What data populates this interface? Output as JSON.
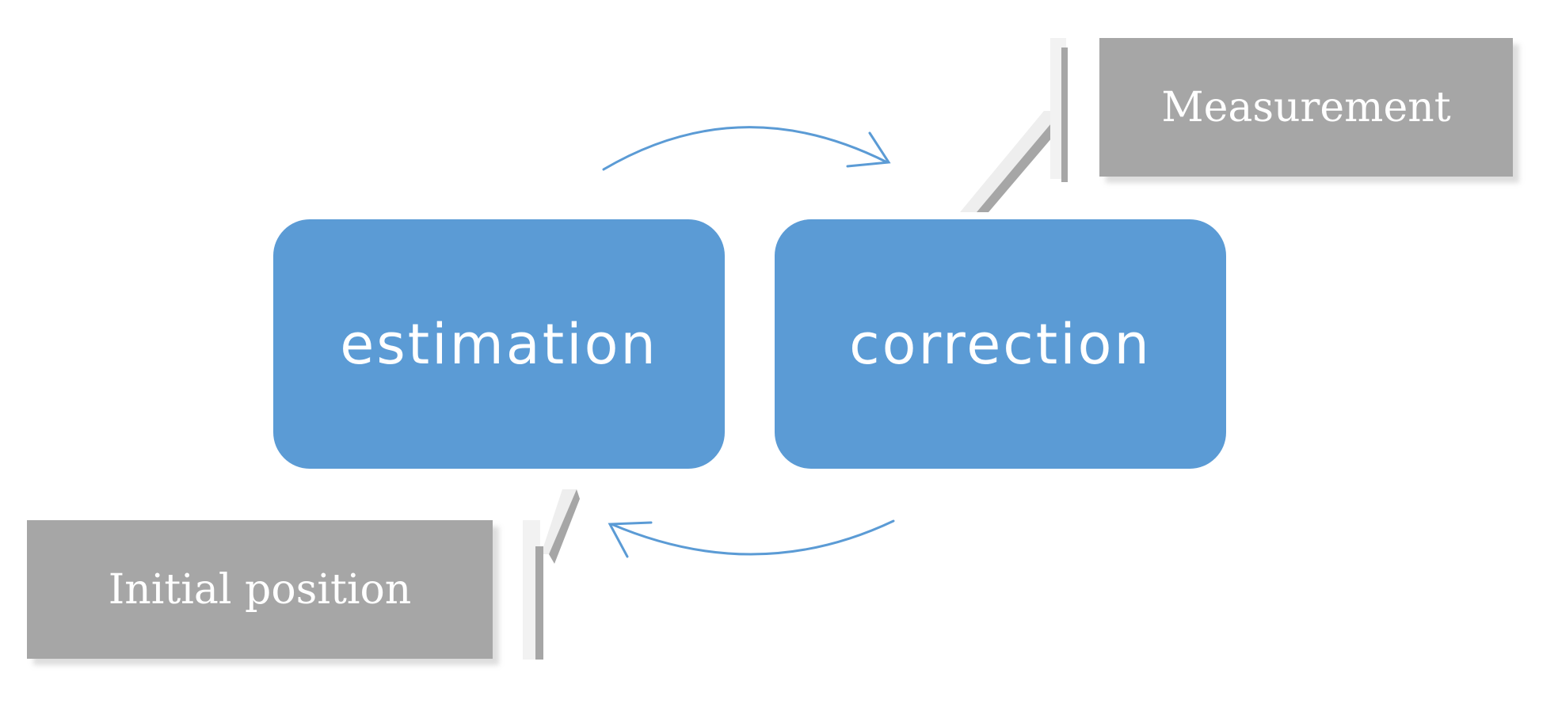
{
  "diagram": {
    "process": {
      "estimation_label": "estimation",
      "correction_label": "correction"
    },
    "inputs": {
      "measurement_label": "Measurement",
      "initial_position_label": "Initial position"
    }
  },
  "colors": {
    "process_fill": "#5b9bd5",
    "input_fill": "#a6a6a6",
    "arrow": "#5b9bd5",
    "connector_light": "#f2f2f2",
    "connector_dark": "#a6a6a6",
    "text": "#ffffff"
  }
}
